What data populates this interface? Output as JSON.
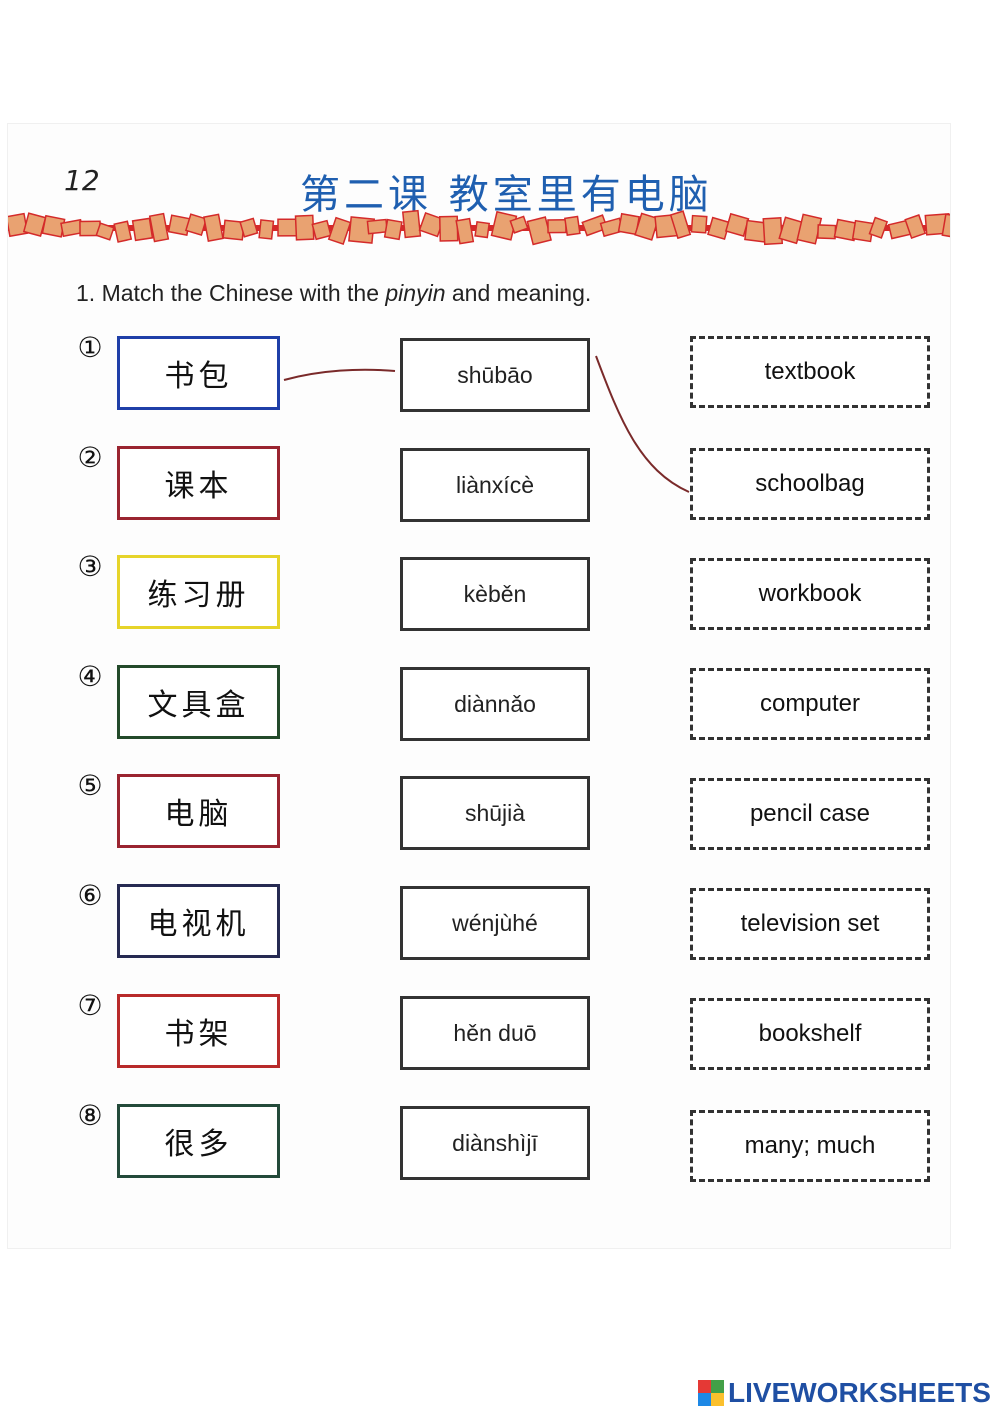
{
  "page_number": "12",
  "lesson_title": "第二课 教室里有电脑",
  "instruction": {
    "prefix": "1. Match the Chinese with the ",
    "italic": "pinyin",
    "suffix": " and meaning."
  },
  "colors": {
    "title": "#1f5fb0",
    "strip_fill": "#e9a271",
    "strip_edge": "#d42a2a",
    "match_line": "#7a2a2a"
  },
  "rows": [
    {
      "number": "①",
      "chinese": "书包",
      "border": "#1f3fa8",
      "pinyin": "shūbāo",
      "meaning": "textbook"
    },
    {
      "number": "②",
      "chinese": "课本",
      "border": "#9a2430",
      "pinyin": "liànxícè",
      "meaning": "schoolbag"
    },
    {
      "number": "③",
      "chinese": "练习册",
      "border": "#e6d42a",
      "pinyin": "kèběn",
      "meaning": "workbook"
    },
    {
      "number": "④",
      "chinese": "文具盒",
      "border": "#234a2a",
      "pinyin": "diànnǎo",
      "meaning": "computer"
    },
    {
      "number": "⑤",
      "chinese": "电脑",
      "border": "#9a2430",
      "pinyin": "shūjià",
      "meaning": "pencil case"
    },
    {
      "number": "⑥",
      "chinese": "电视机",
      "border": "#262a52",
      "pinyin": "wénjùhé",
      "meaning": "television set"
    },
    {
      "number": "⑦",
      "chinese": "书架",
      "border": "#b82a2a",
      "pinyin": "hěn duō",
      "meaning": "bookshelf"
    },
    {
      "number": "⑧",
      "chinese": "很多",
      "border": "#234a3a",
      "pinyin": "diànshìjī",
      "meaning": "many; much"
    }
  ],
  "brand": {
    "text": "LIVEWORKSHEETS",
    "logo_colors": [
      "#e53935",
      "#43a047",
      "#1e88e5",
      "#fbc02d"
    ]
  }
}
